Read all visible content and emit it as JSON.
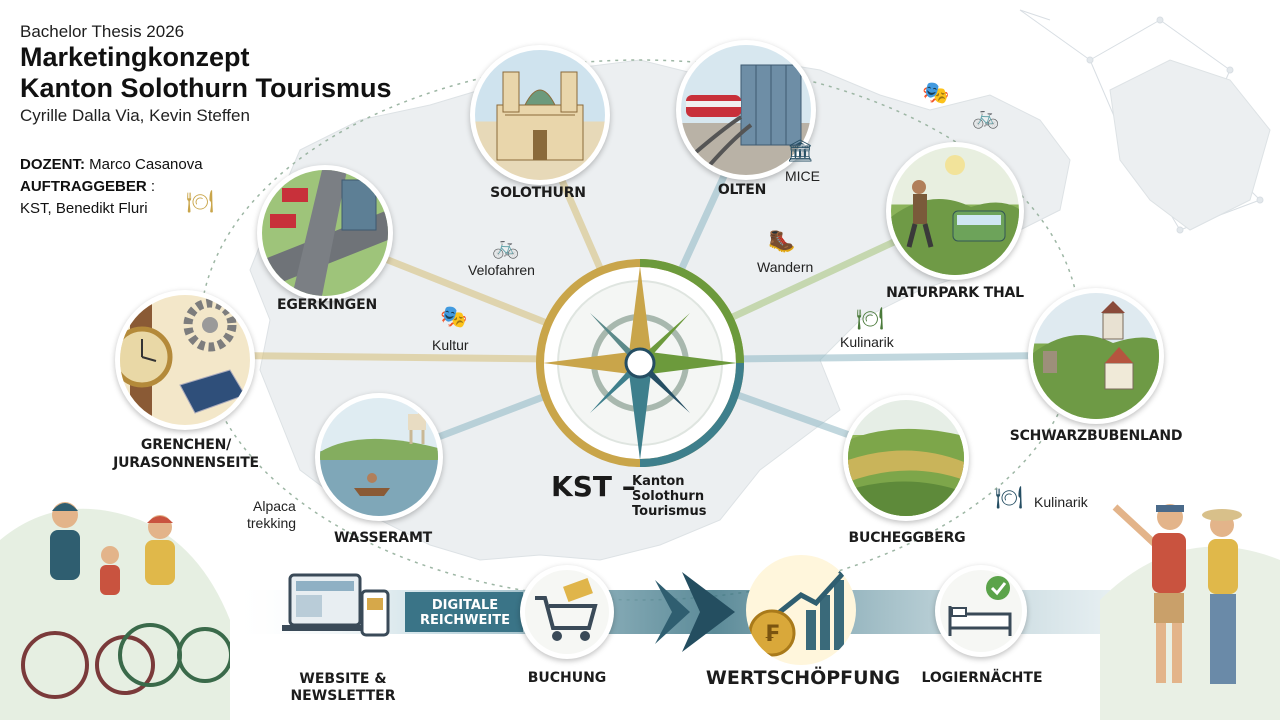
{
  "header": {
    "subtitle": "Bachelor Thesis 2026",
    "title_line1": "Marketingkonzept",
    "title_line2": "Kanton Solothurn Tourismus",
    "authors": "Cyrille Dalla Via, Kevin Steffen"
  },
  "meta": {
    "dozent_label": "DOZENT:",
    "dozent_name": "Marco Casanova",
    "auftraggeber_label": "AUFTRAGGEBER",
    "auftraggeber_colon": " :",
    "auftraggeber_name": "KST, Benedikt Fluri"
  },
  "center": {
    "abbr": "KST",
    "dash": "–",
    "line1": "Kanton",
    "line2": "Solothurn",
    "line3": "Tourismus"
  },
  "regions": {
    "solothurn": "SOLOTHURN",
    "olten": "OLTEN",
    "egerkingen": "EGERKINGEN",
    "naturpark": "NATURPARK THAL",
    "grenchen_1": "GRENCHEN/",
    "grenchen_2": "JURASONNENSEITE",
    "schwarzbubenland": "SCHWARZBUBENLAND",
    "wasseramt": "WASSERAMT",
    "bucheggberg": "BUCHEGGBERG"
  },
  "activities": {
    "velofahren": "Velofahren",
    "kultur": "Kultur",
    "wandern": "Wandern",
    "mice": "MICE",
    "kulinarik_1": "Kulinarik",
    "kulinarik_2": "Kulinarik",
    "alpaca_1": "Alpaca",
    "alpaca_2": "trekking"
  },
  "flow": {
    "website_1": "WEBSITE &",
    "website_2": "NEWSLETTER",
    "digital_1": "DIGITALE",
    "digital_2": "REICHWEITE",
    "buchung": "BUCHUNG",
    "wertschoepfung": "WERTSCHÖPFUNG",
    "logiernaechte": "LOGIERNÄCHTE"
  },
  "colors": {
    "gold": "#c9a54a",
    "teal": "#3e7f8c",
    "green": "#6c9a3c",
    "navy": "#254e63",
    "map": "#eef1f2"
  },
  "icons": {
    "compass": "compass-rose-icon",
    "bike": "bicycle-icon",
    "mask": "theatre-mask-icon",
    "boot": "hiking-boot-icon",
    "building": "columns-building-icon",
    "plate": "plate-cutlery-icon",
    "check": "checkmark-icon",
    "cart": "shopping-cart-icon",
    "coin": "franc-coin-icon",
    "bed": "bed-icon"
  }
}
